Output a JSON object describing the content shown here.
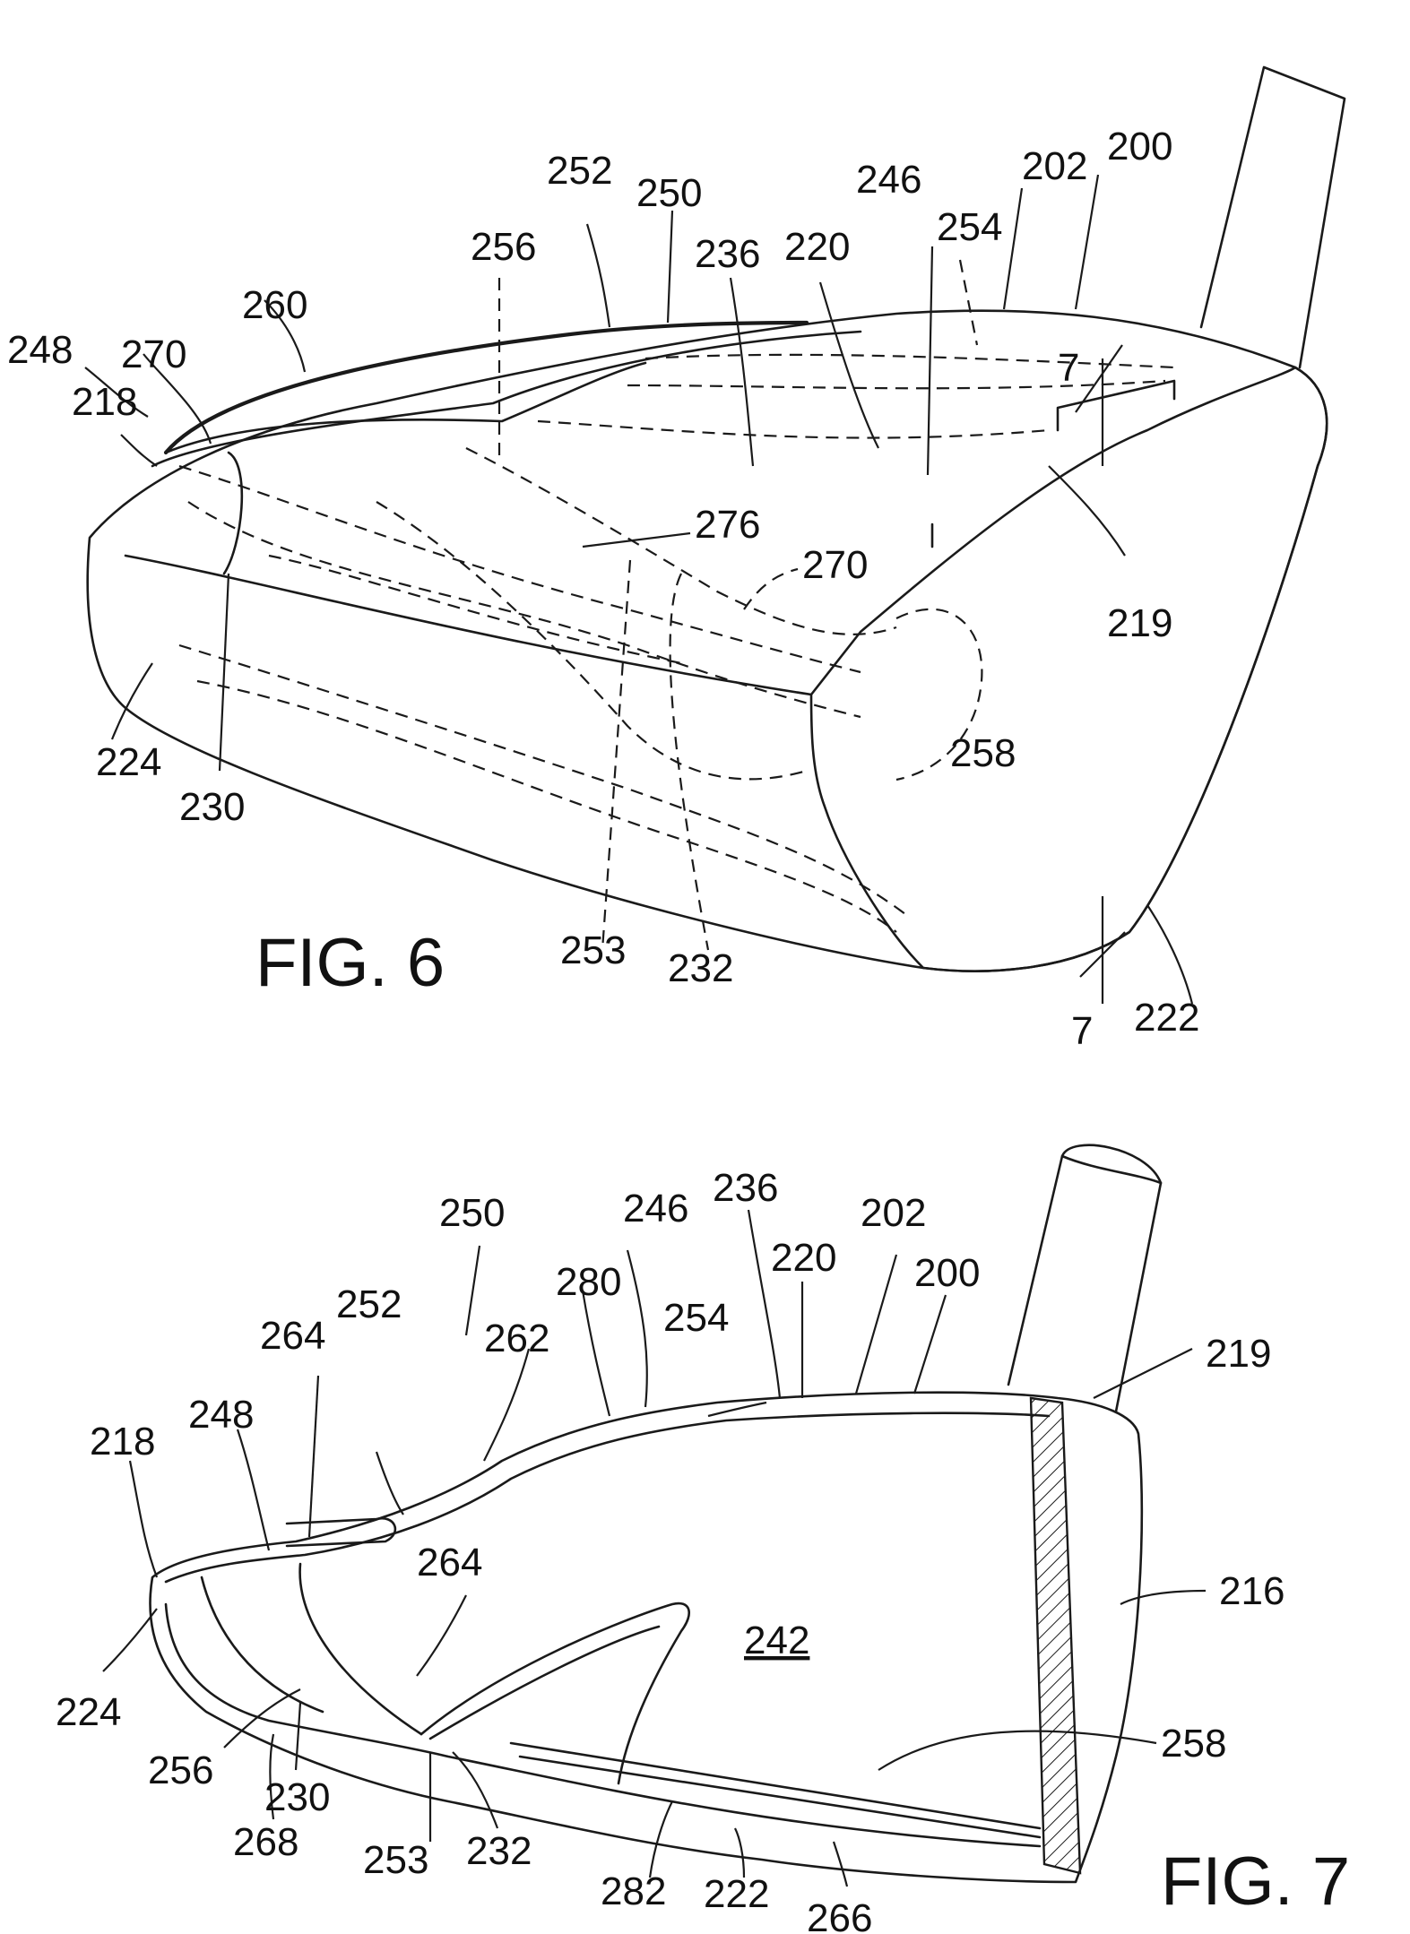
{
  "figures": [
    {
      "caption": "FIG. 6",
      "labels": [
        "200",
        "202",
        "250",
        "252",
        "246",
        "254",
        "220",
        "236",
        "256",
        "260",
        "248",
        "270",
        "218",
        "7",
        "276",
        "270",
        "219",
        "258",
        "224",
        "230",
        "253",
        "232",
        "222",
        "7"
      ]
    },
    {
      "caption": "FIG. 7",
      "labels": [
        "250",
        "246",
        "236",
        "202",
        "220",
        "200",
        "264",
        "252",
        "280",
        "254",
        "262",
        "219",
        "218",
        "248",
        "264",
        "216",
        "242",
        "224",
        "258",
        "256",
        "230",
        "268",
        "253",
        "232",
        "282",
        "222",
        "266"
      ]
    }
  ]
}
